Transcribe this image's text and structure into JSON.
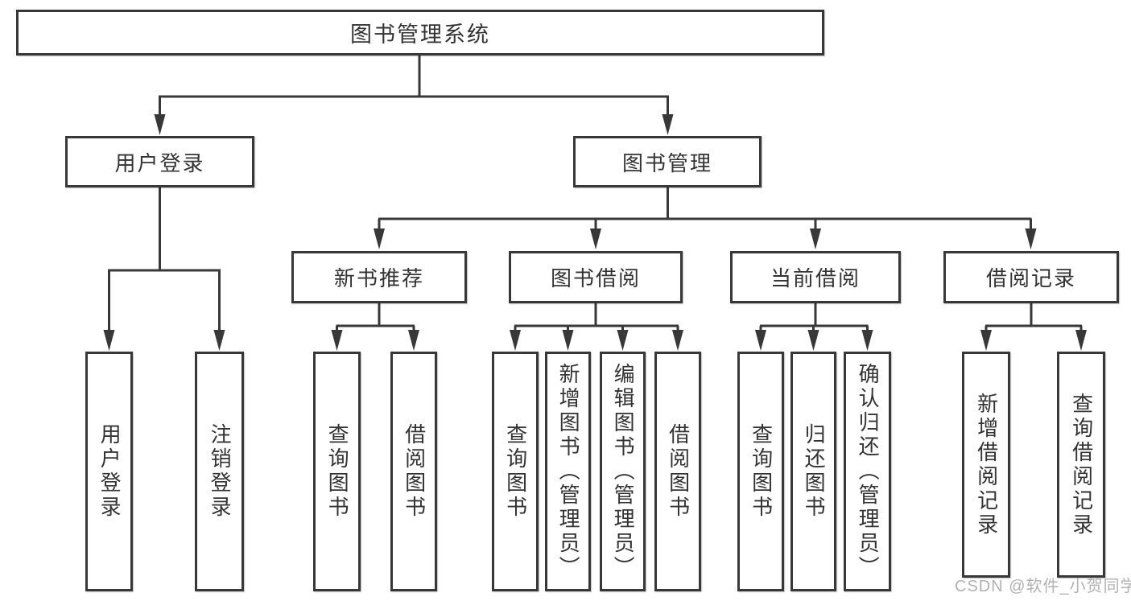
{
  "diagram": {
    "root": {
      "label": "图书管理系统"
    },
    "level2": [
      {
        "label": "用户登录"
      },
      {
        "label": "图书管理"
      }
    ],
    "level3": [
      {
        "label": "新书推荐"
      },
      {
        "label": "图书借阅"
      },
      {
        "label": "当前借阅"
      },
      {
        "label": "借阅记录"
      }
    ],
    "leaves": [
      {
        "label": "用户登录"
      },
      {
        "label": "注销登录"
      },
      {
        "label": "查询图书"
      },
      {
        "label": "借阅图书"
      },
      {
        "label": "查询图书"
      },
      {
        "label": "新增图书（管理员）"
      },
      {
        "label": "编辑图书（管理员）"
      },
      {
        "label": "借阅图书"
      },
      {
        "label": "查询图书"
      },
      {
        "label": "归还图书"
      },
      {
        "label": "确认归还（管理员）"
      },
      {
        "label": "新增借阅记录"
      },
      {
        "label": "查询借阅记录"
      }
    ],
    "watermark": "CSDN @软件_小贺同学",
    "colors": {
      "line": "#383838",
      "text": "#333333",
      "watermark": "#9e9e9e",
      "background": "#ffffff"
    }
  }
}
